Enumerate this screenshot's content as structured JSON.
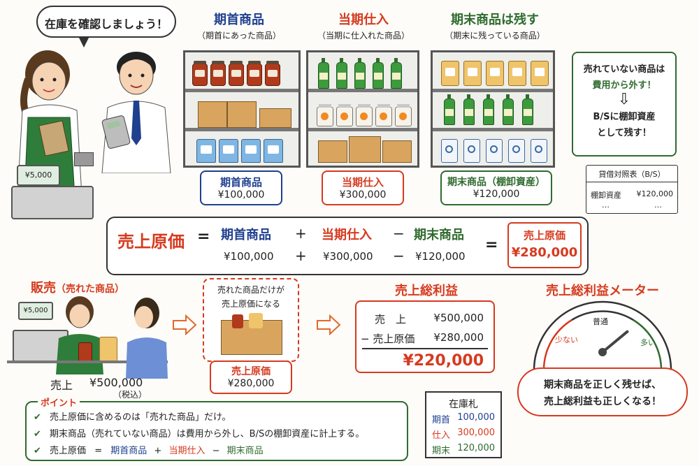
{
  "speech_top": "在庫を確認しましょう！",
  "register_screen": "¥5,000",
  "columns": [
    {
      "title": "期首商品",
      "subtitle": "（期首にあった商品）",
      "box_label": "期首商品",
      "box_value": "¥100,000"
    },
    {
      "title": "当期仕入",
      "subtitle": "（当期に仕入れた商品）",
      "box_label": "当期仕入",
      "box_value": "¥300,000"
    },
    {
      "title": "期末商品は残す",
      "subtitle": "（期末に残っている商品）",
      "box_label": "期末商品（棚卸資産）",
      "box_value": "¥120,000"
    }
  ],
  "note_right": {
    "line1": "売れていない商品は",
    "line2": "費用から外す！",
    "arrow": "⇩",
    "line3": "B/Sに棚卸資産",
    "line4": "として残す！"
  },
  "bs": {
    "title": "貸借対照表（B/S）",
    "row_label": "棚卸資産",
    "row_value": "¥120,000",
    "dots": "…",
    "dots2": "…"
  },
  "formula": {
    "lhs": "売上原価",
    "eq": "=",
    "t1": "期首商品",
    "plus": "+",
    "t2": "当期仕入",
    "minus": "−",
    "t3": "期末商品",
    "v1": "¥100,000",
    "v2": "¥300,000",
    "v3": "¥120,000",
    "result_label": "売上原価",
    "result_value": "¥280,000"
  },
  "sales": {
    "title": "販売",
    "title_sub": "（売れた商品）",
    "register_screen": "¥5,000",
    "amount_label": "売上",
    "amount_value": "¥500,000",
    "tax": "（税込）"
  },
  "sold_goods": {
    "note_line1": "売れた商品だけが",
    "note_line2": "売上原価になる",
    "box_label": "売上原価",
    "box_value": "¥280,000"
  },
  "gross_profit": {
    "title": "売上総利益",
    "row1_label": "売　上",
    "row1_value": "¥500,000",
    "row2_label": "− 売上原価",
    "row2_value": "¥280,000",
    "result": "¥220,000"
  },
  "meter": {
    "title": "売上総利益メーター",
    "low": "少ない",
    "mid": "普通",
    "high": "多い",
    "level": 0.78
  },
  "bubble_bottom": {
    "line1": "期末商品を正しく残せば、",
    "line2": "売上総利益も正しくなる！"
  },
  "points": {
    "title": "ポイント",
    "items": [
      "売上原価に含めるのは「売れた商品」だけ。",
      "期末商品（売れていない商品）は費用から外し、B/Sの棚卸資産に計上する。"
    ],
    "item3_lhs": "売上原価",
    "item3_eq": "=",
    "item3_t1": "期首商品",
    "item3_plus": "+",
    "item3_t2": "当期仕入",
    "item3_minus": "−",
    "item3_t3": "期末商品",
    "check": "✔"
  },
  "tag": {
    "title": "在庫札",
    "rows": [
      {
        "label": "期首",
        "value": "100,000"
      },
      {
        "label": "仕入",
        "value": "300,000"
      },
      {
        "label": "期末",
        "value": "120,000"
      }
    ]
  },
  "colors": {
    "blue": "#1f3f8f",
    "red": "#d63a1f",
    "green": "#2f6b2f"
  }
}
